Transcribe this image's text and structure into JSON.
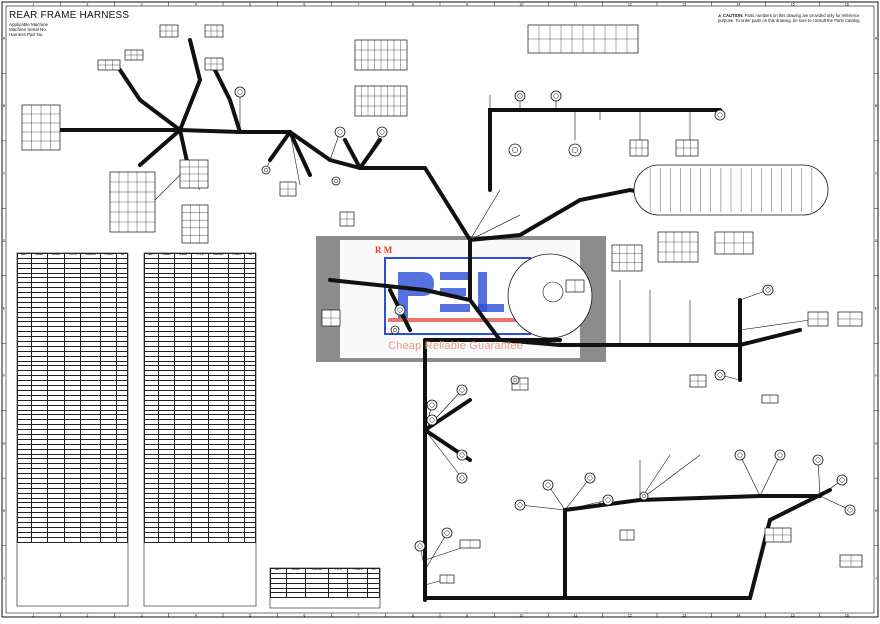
{
  "header": {
    "title": "REAR FRAME HARNESS",
    "meta_lines": [
      "Applicable Machine",
      "Machine Serial No.",
      "Harness Part No."
    ]
  },
  "caution": {
    "symbol": "⚠",
    "label": "CAUTION:",
    "text": "Parts numbers on this drawing are provided only for reference purpose. To order parts on this drawing, be sure to consult the Parts Catalog."
  },
  "watermark": {
    "logo_text": "R M",
    "slogan": "Cheap Reliable Guarantee"
  },
  "border": {
    "columns": [
      "1",
      "2",
      "3",
      "4",
      "5",
      "6",
      "7",
      "8",
      "9",
      "10",
      "11",
      "12",
      "13",
      "14",
      "15",
      "16"
    ],
    "rows": [
      "A",
      "B",
      "C",
      "D",
      "E",
      "F",
      "G",
      "H",
      "J"
    ]
  },
  "colors": {
    "line": "#111111",
    "wm_gray": "#8a8a8a",
    "wm_red": "#e23b2a",
    "wm_blue": "#2c4fd8"
  },
  "wire_table_left": {
    "headers": [
      "No.",
      "CODE",
      "SIZE",
      "TYPE",
      "COLOR",
      "FROM",
      "TO"
    ],
    "row_count": 58
  },
  "wire_table_mid": {
    "headers": [
      "No.",
      "CODE",
      "SIZE",
      "TYPE",
      "COLOR",
      "FROM",
      "TO"
    ],
    "row_count": 58
  },
  "wire_table_small": {
    "headers": [
      "No.",
      "SIZE",
      "COLOR",
      "TYPE",
      "FROM",
      "TO"
    ],
    "row_count": 5
  }
}
